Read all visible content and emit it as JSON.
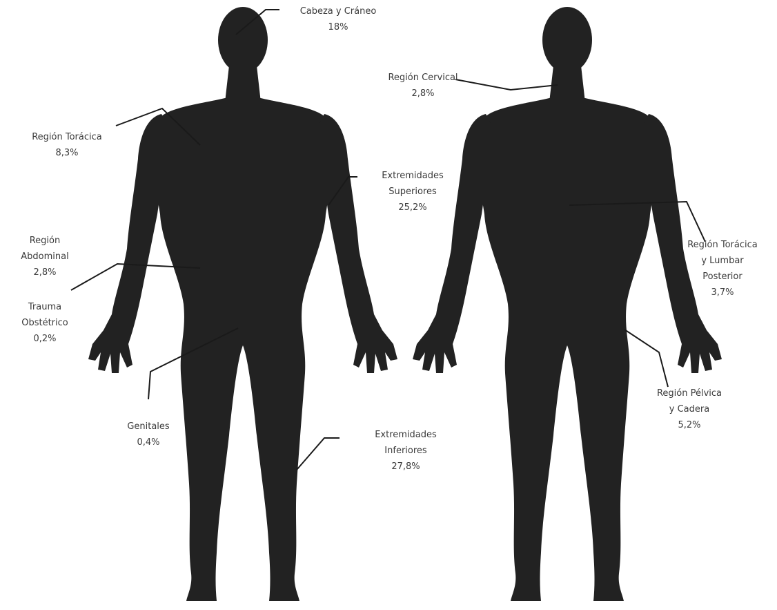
{
  "colors": {
    "silhouette": "#222222",
    "leader": "#1a1a1a",
    "text": "#3a3a3a",
    "background": "#ffffff"
  },
  "front": {
    "cabeza": {
      "name": "Cabeza y Cráneo",
      "pct": "18%"
    },
    "toracica": {
      "name": "Región Torácica",
      "pct": "8,3%"
    },
    "extremidades_superiores": {
      "line1": "Extremidades",
      "line2": "Superiores",
      "pct": "25,2%"
    },
    "abdominal": {
      "line1": "Región",
      "line2": "Abdominal",
      "pct": "2,8%"
    },
    "obstetrico": {
      "line1": "Trauma",
      "line2": "Obstétrico",
      "pct": "0,2%"
    },
    "genitales": {
      "name": "Genitales",
      "pct": "0,4%"
    },
    "extremidades_inferiores": {
      "line1": "Extremidades",
      "line2": "Inferiores",
      "pct": "27,8%"
    }
  },
  "back": {
    "cervical": {
      "name": "Región Cervical",
      "pct": "2,8%"
    },
    "toracica_lumbar": {
      "line1": "Región Torácica",
      "line2": "y Lumbar",
      "line3": "Posterior",
      "pct": "3,7%"
    },
    "pelvica": {
      "line1": "Región Pélvica",
      "line2": "y Cadera",
      "pct": "5,2%"
    }
  }
}
